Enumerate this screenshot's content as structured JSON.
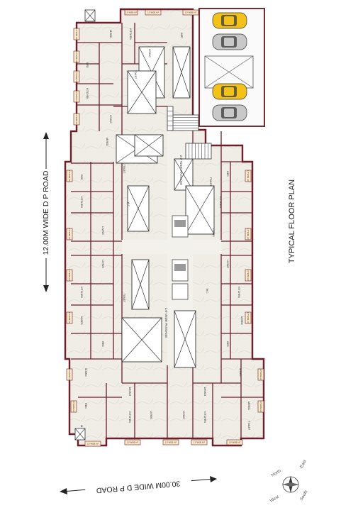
{
  "labels": {
    "road_side": "12.00M WIDE D P ROAD",
    "road_bottom": "30.00M WIDE D P ROAD",
    "plan_title": "TYPICAL FLOOR PLAN"
  },
  "compass": {
    "north": "North",
    "east": "East",
    "south": "South",
    "west": "West"
  },
  "passages": {
    "upper": "2.0' WIDE PASSAGE",
    "lower": "2.0' WIDE PASSAGE"
  },
  "rooms": {
    "living": "LIVING",
    "kitchen": "KITCHEN",
    "dining": "DINING",
    "mbed": "M.BED",
    "bed": "BED",
    "toilet": "TOILET",
    "wc": "W.C",
    "wide_ap": "2.0' WIDE A.P"
  },
  "colors": {
    "wall": "#6b1f2a",
    "floor": "#f2efe8",
    "car_yellow": "#f2c21b",
    "car_grey": "#c8c8c8"
  }
}
